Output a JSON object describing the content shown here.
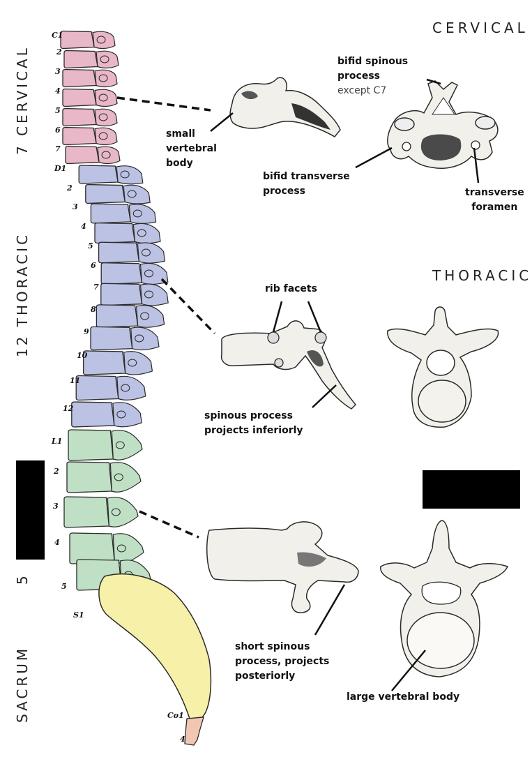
{
  "sections": {
    "cervical": {
      "title": "CERVICAL",
      "side": "7 CERVICAL"
    },
    "thoracic": {
      "title": "THORACIC",
      "side": "12 THORACIC"
    },
    "lumbar": {
      "side_visible": "5"
    },
    "sacrum": {
      "side": "SACRUM"
    }
  },
  "labels": {
    "bifid_spinous": [
      "bifid spinous",
      "process"
    ],
    "except_c7": "except C7",
    "small_vertebral_body": [
      "small",
      "vertebral",
      "body"
    ],
    "bifid_transverse": [
      "bifid transverse",
      "process"
    ],
    "transverse_foramen": [
      "transverse",
      "foramen"
    ],
    "rib_facets": "rib facets",
    "spinous_inferior": [
      "spinous process",
      "projects inferiorly"
    ],
    "short_spinous": [
      "short spinous",
      "process, projects",
      "posteriorly"
    ],
    "large_body": "large vertebral body"
  },
  "vertebra_numbers": {
    "cervical": [
      "C1",
      "2",
      "3",
      "4",
      "5",
      "6",
      "7"
    ],
    "thoracic": [
      "D1",
      "2",
      "3",
      "4",
      "5",
      "6",
      "7",
      "8",
      "9",
      "10",
      "11",
      "12"
    ],
    "lumbar": [
      "L1",
      "2",
      "3",
      "4",
      "5"
    ],
    "sacral": [
      "S1"
    ],
    "coccygeal": [
      "Co1",
      "4"
    ]
  },
  "colors": {
    "cervical": "#e8b7c8",
    "thoracic": "#bcc2e4",
    "lumbar": "#bfe0c5",
    "sacrum": "#f6f0a8",
    "coccyx": "#f1c7b3",
    "bone": "#f2f0ea",
    "outline": "#2a2a2a"
  }
}
